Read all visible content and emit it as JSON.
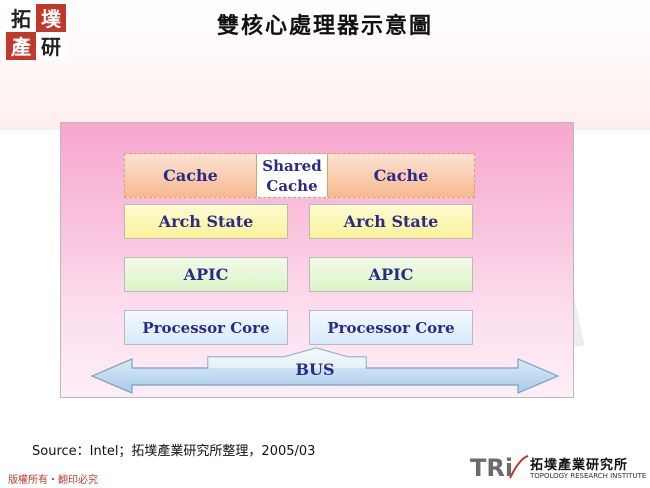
{
  "header": {
    "title": "雙核心處理器示意圖",
    "logo_text": [
      "拓",
      "墣",
      "產",
      "研"
    ]
  },
  "diagram": {
    "cache_left": "Cache",
    "shared_cache_line1": "Shared",
    "shared_cache_line2": "Cache",
    "cache_right": "Cache",
    "arch_left": "Arch State",
    "arch_right": "Arch State",
    "apic_left": "APIC",
    "apic_right": "APIC",
    "core_left": "Processor Core",
    "core_right": "Processor Core",
    "bus": "BUS"
  },
  "source": "Source：Intel；拓墣產業研究所整理，2005/03",
  "footer": {
    "copyright": "版權所有・翻印必究",
    "tri_brand": "TRi",
    "tri_name": "拓墣產業研究所",
    "tri_subtitle": "TOPOLOGY RESEARCH INSTITUTE"
  },
  "colors": {
    "diagram_bg_top": "#f7a7cf",
    "text_blue": "#2a2a8a",
    "logo_red": "#c0392b",
    "arch_fill": "#fbf29a",
    "apic_fill": "#dcf3c8",
    "core_fill": "#d7eafb",
    "bus_fill": "#a9cbe8"
  }
}
